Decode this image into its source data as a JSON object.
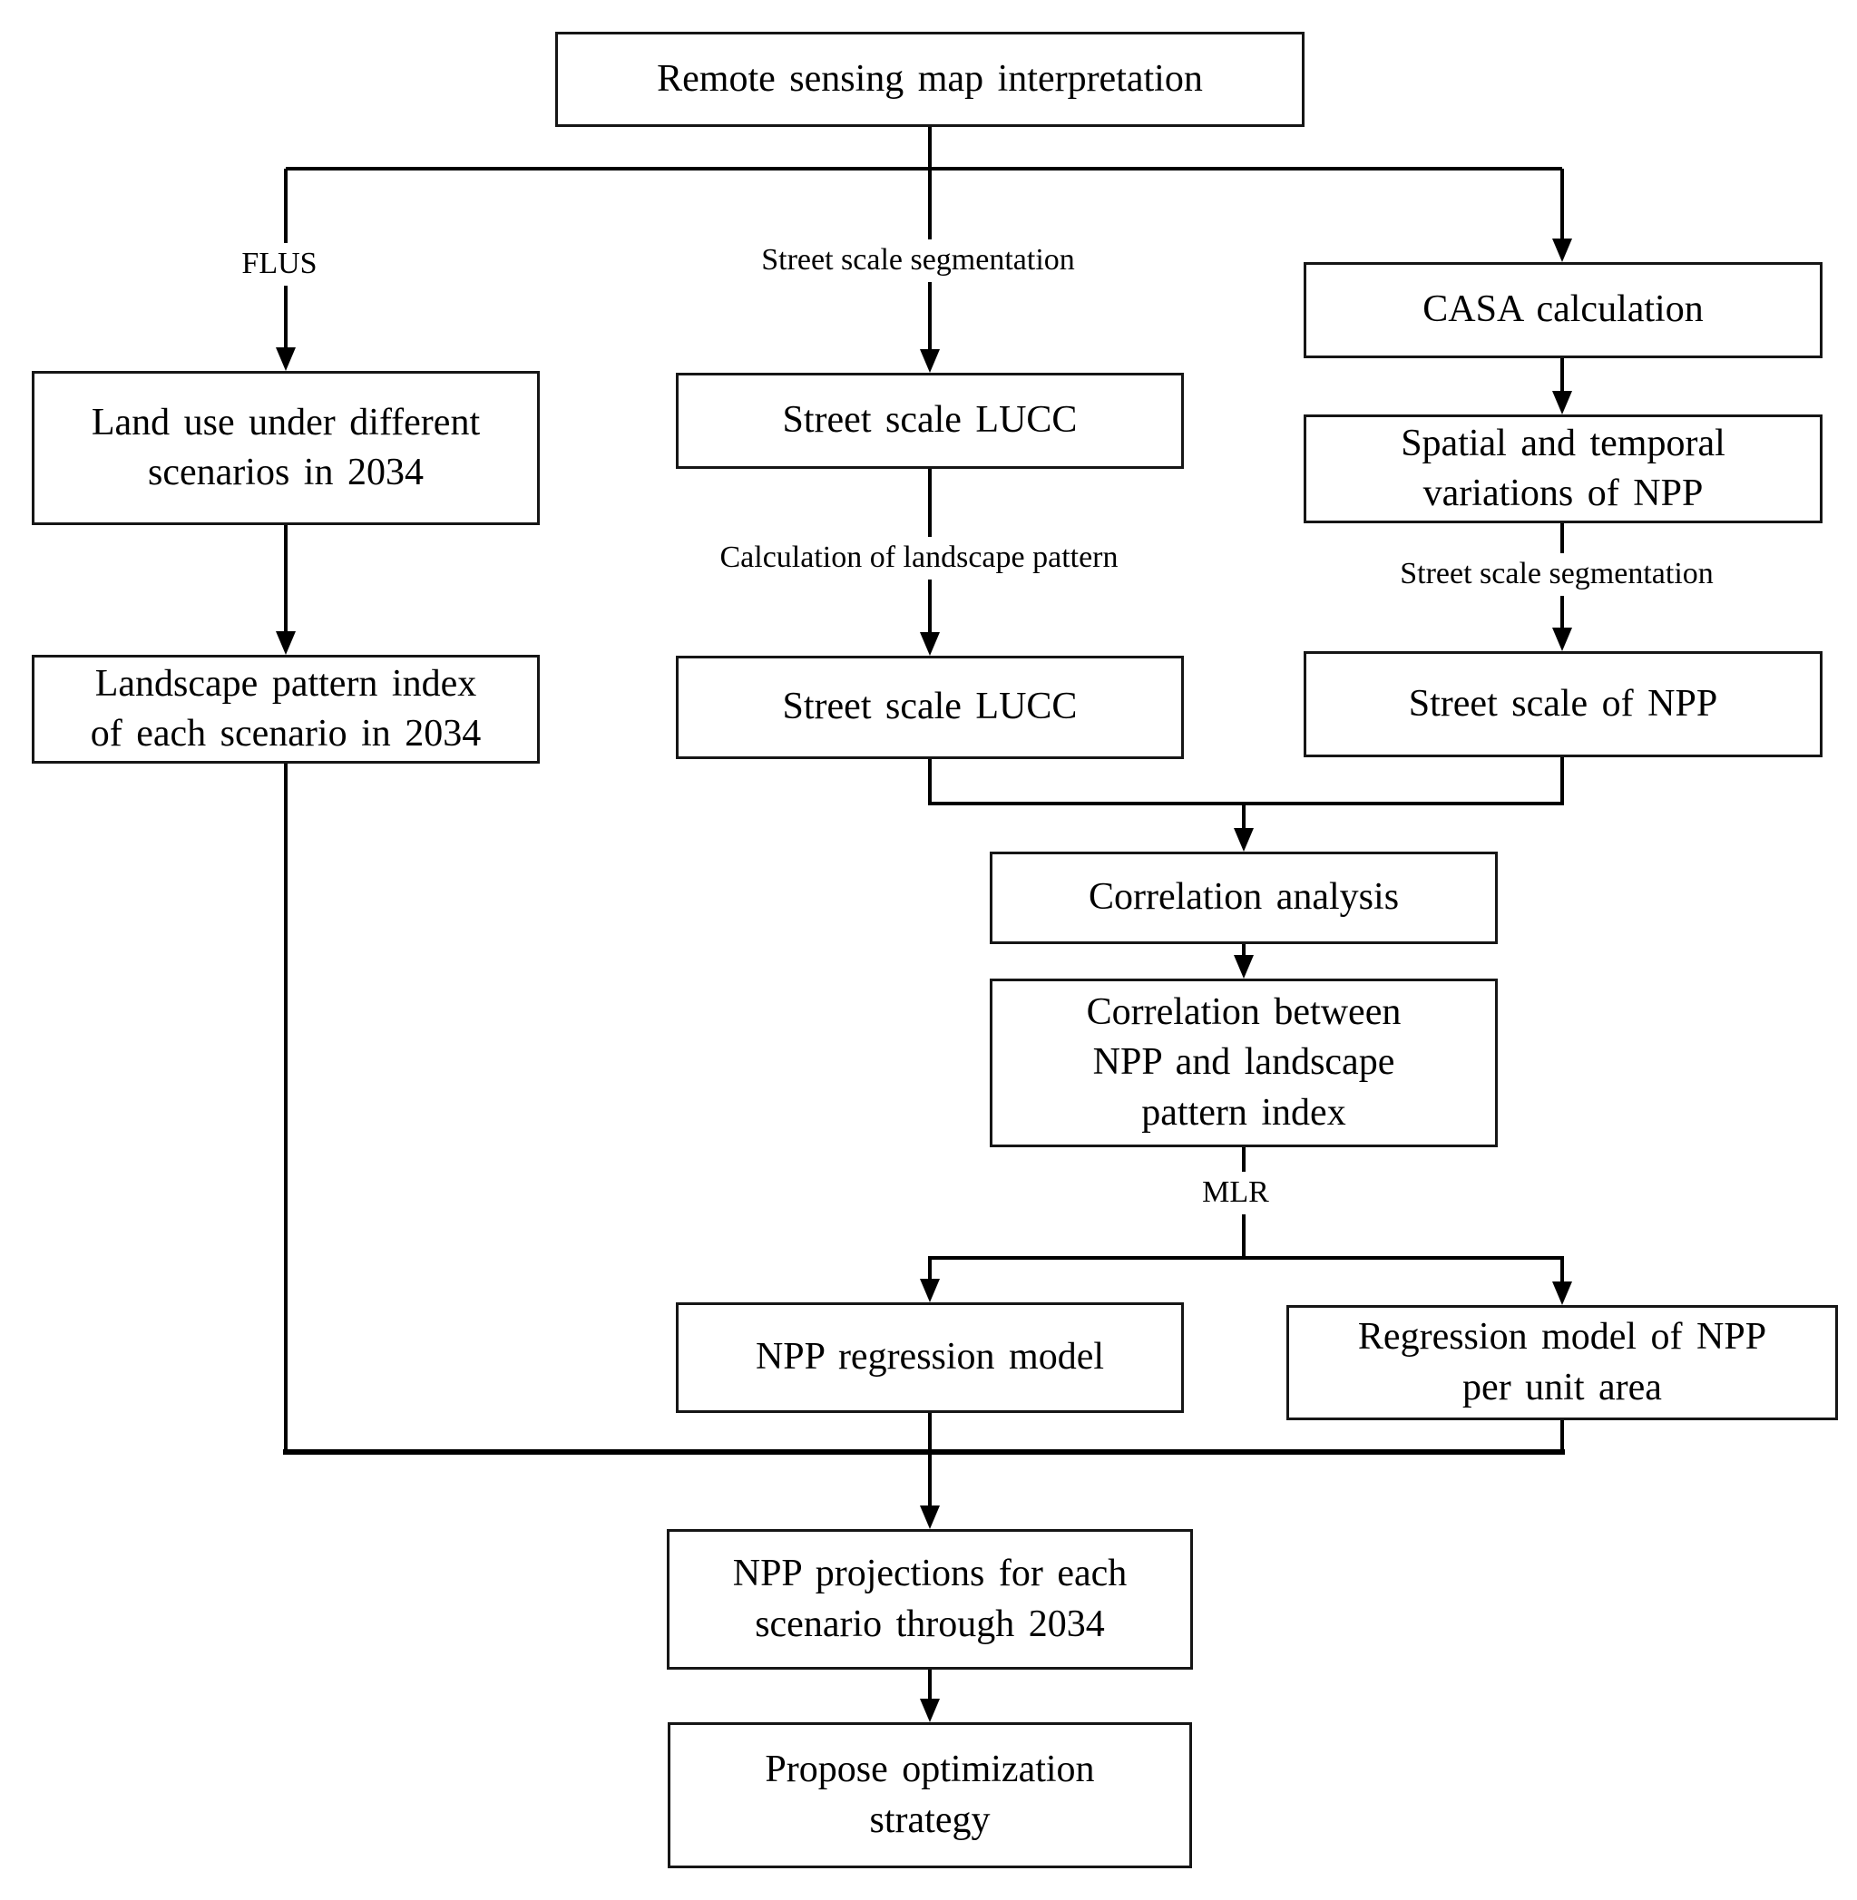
{
  "figure": {
    "type": "flowchart",
    "background_color": "#ffffff",
    "line_color": "#000000",
    "box_border_color": "#161616",
    "text_color": "#000000",
    "nodes": {
      "remote_sensing": {
        "label": "Remote sensing map interpretation"
      },
      "land_use_scenarios": {
        "label": "Land use under different\nscenarios in 2034"
      },
      "street_scale_lucc_1": {
        "label": "Street scale LUCC"
      },
      "casa_calculation": {
        "label": "CASA calculation"
      },
      "spatial_temporal_npp": {
        "label": "Spatial and temporal\nvariations of NPP"
      },
      "landscape_pattern_index": {
        "label": "Landscape pattern index\nof each scenario in 2034"
      },
      "street_scale_lucc_2": {
        "label": "Street scale LUCC"
      },
      "street_scale_npp": {
        "label": "Street scale of NPP"
      },
      "correlation_analysis": {
        "label": "Correlation analysis"
      },
      "correlation_npp_landscape": {
        "label": "Correlation between\nNPP and landscape\npattern index"
      },
      "npp_regression_model": {
        "label": "NPP regression model"
      },
      "regression_model_unit_area": {
        "label": "Regression model of NPP\nper unit area"
      },
      "npp_projections": {
        "label": "NPP projections for each\nscenario through 2034"
      },
      "propose_optimization": {
        "label": "Propose optimization\nstrategy"
      }
    },
    "edge_labels": {
      "flus": "FLUS",
      "street_scale_segmentation_top": "Street scale segmentation",
      "calculation_of_landscape_pattern": "Calculation of landscape pattern",
      "street_scale_segmentation_right": "Street scale segmentation",
      "mlr": "MLR"
    }
  }
}
